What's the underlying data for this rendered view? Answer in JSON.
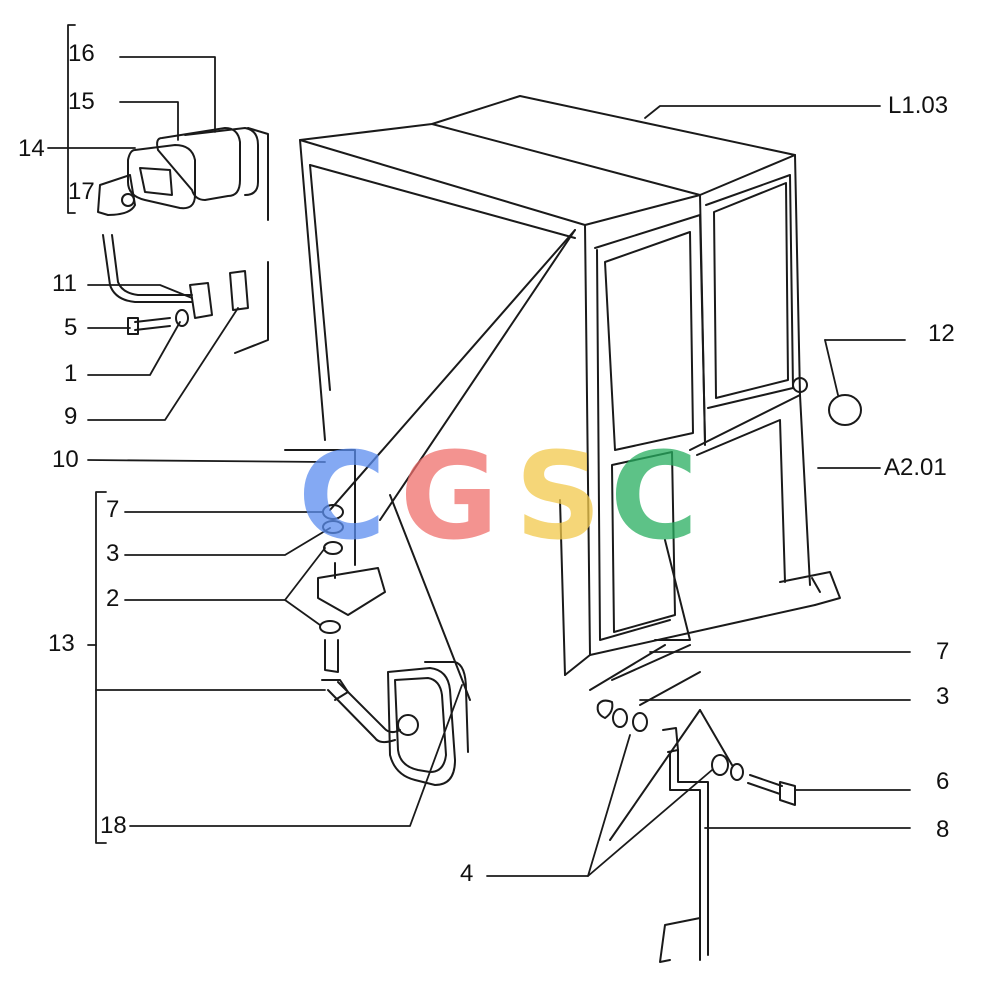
{
  "colors": {
    "line": "#1a1a1a",
    "background": "#ffffff",
    "watermark_c1": "#5b8def",
    "watermark_g": "#ef6f6c",
    "watermark_s": "#f2c94c",
    "watermark_c2": "#27ae60"
  },
  "labels": {
    "l16": "16",
    "l15": "15",
    "l14": "14",
    "l17": "17",
    "l11": "11",
    "l5": "5",
    "l1": "1",
    "l9": "9",
    "l10": "10",
    "l7_left": "7",
    "l3_left": "3",
    "l2": "2",
    "l13": "13",
    "l18": "18",
    "l4": "4",
    "l8": "8",
    "l6": "6",
    "l3_right": "3",
    "l7_right": "7",
    "l12": "12",
    "ref_top": "L1.03",
    "ref_mid": "A2.01"
  },
  "watermark": {
    "c1": "C",
    "g": "G",
    "s": "S",
    "c2": "C"
  }
}
